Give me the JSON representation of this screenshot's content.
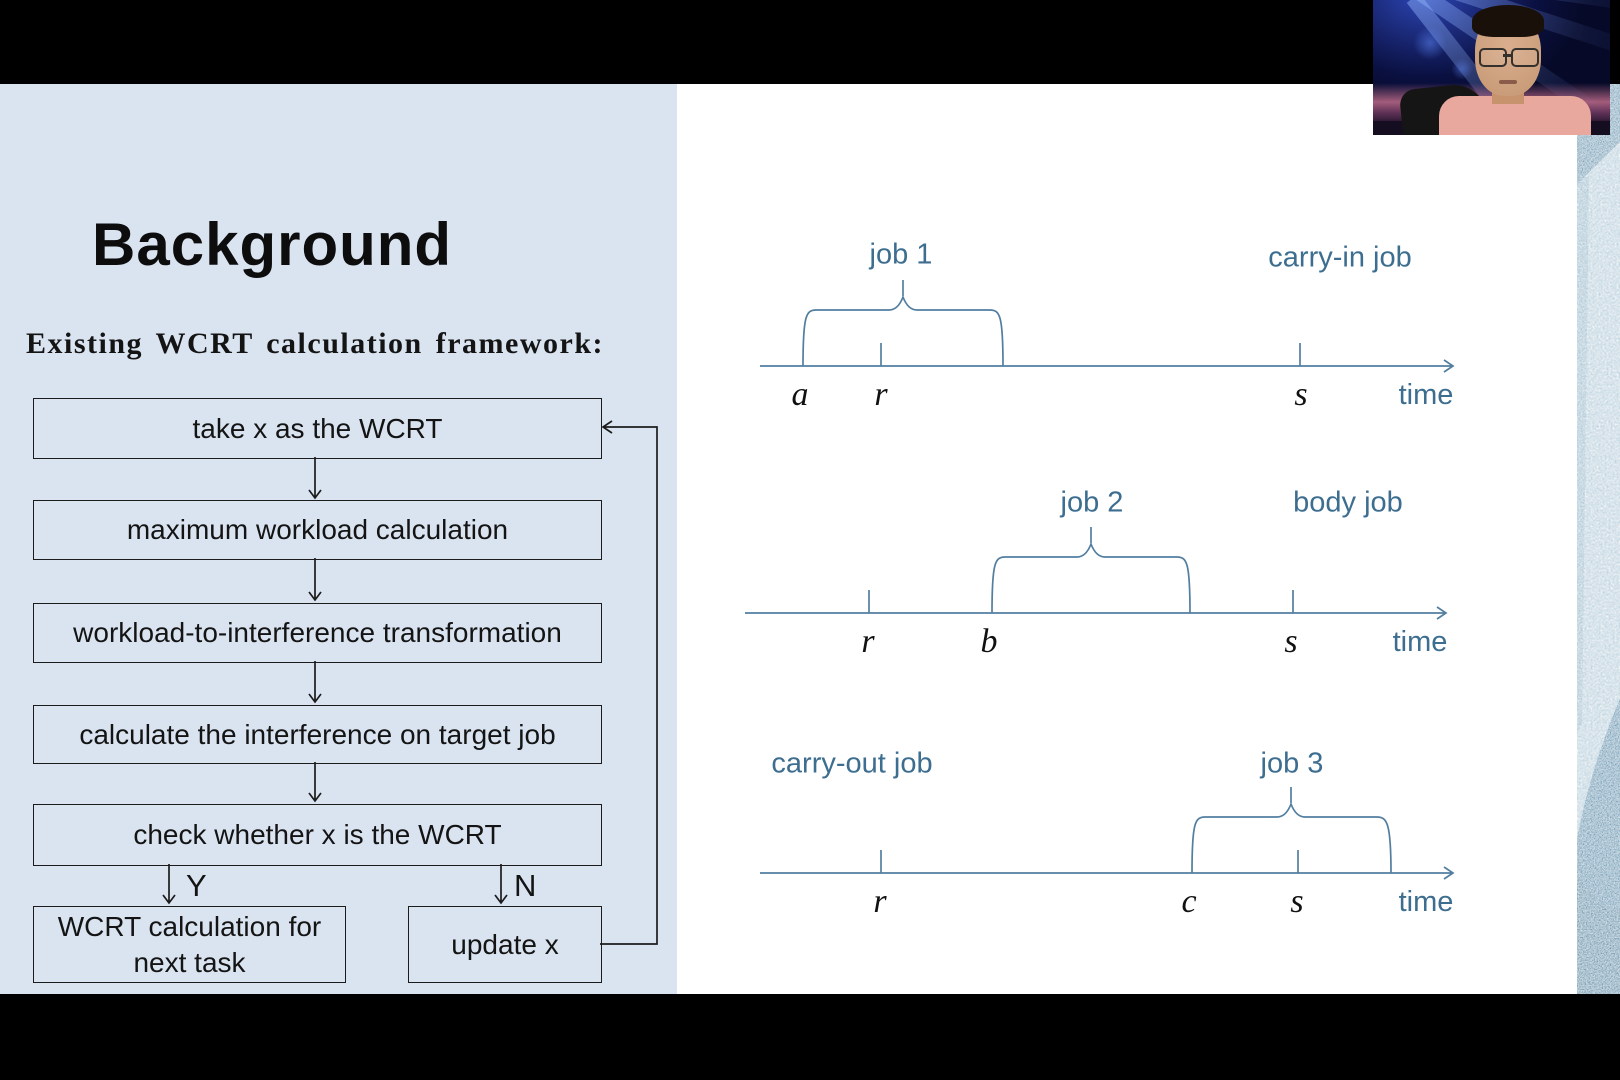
{
  "colors": {
    "letterbox": "#000000",
    "slide_bg": "#ffffff",
    "panel_bg": "#dae4f1",
    "box_border": "#1c1c1c",
    "diagram_text_blue": "#3d6e90",
    "diagram_line_blue": "#527ea0",
    "texture_blue": "#3f7092"
  },
  "slide": {
    "title": "Background",
    "subtitle": "Existing WCRT calculation framework:",
    "flowchart": {
      "boxes": [
        "take x as the WCRT",
        "maximum workload calculation",
        "workload-to-interference transformation",
        "calculate the interference on target job",
        "check whether x is the WCRT",
        "WCRT calculation for next task",
        "update x"
      ],
      "yes_label": "Y",
      "no_label": "N"
    },
    "timelines": [
      {
        "job_label": "job 1",
        "role_label": "carry-in job",
        "markers": {
          "m1": "a",
          "m2": "r",
          "m3": "s"
        },
        "axis_label": "time"
      },
      {
        "job_label": "job 2",
        "role_label": "body job",
        "markers": {
          "m1": "r",
          "m2": "b",
          "m3": "s"
        },
        "axis_label": "time"
      },
      {
        "job_label": "job 3",
        "role_label": "carry-out job",
        "markers": {
          "m1": "r",
          "m2": "c",
          "m3": "s"
        },
        "axis_label": "time"
      }
    ]
  }
}
